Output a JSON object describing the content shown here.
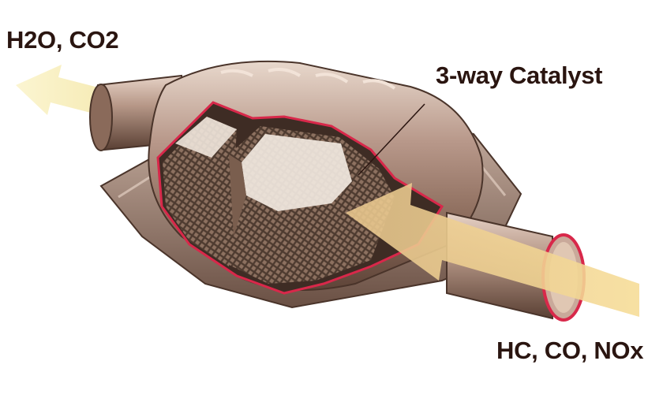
{
  "labels": {
    "output_gases": "H2O, CO2",
    "catalyst": "3-way Catalyst",
    "input_gases": "HC, CO, NOx"
  },
  "colors": {
    "flow_arrow": "#f6ecb0",
    "metal_shell": "#a58470",
    "cut_edge": "#d8284a",
    "mesh": "#5a4436",
    "text": "#2a1510"
  },
  "components": [
    "catalytic-converter",
    "outlet-pipe",
    "inlet-pipe",
    "honeycomb-substrate",
    "front-flow-arrow",
    "back-flow-arrow"
  ]
}
